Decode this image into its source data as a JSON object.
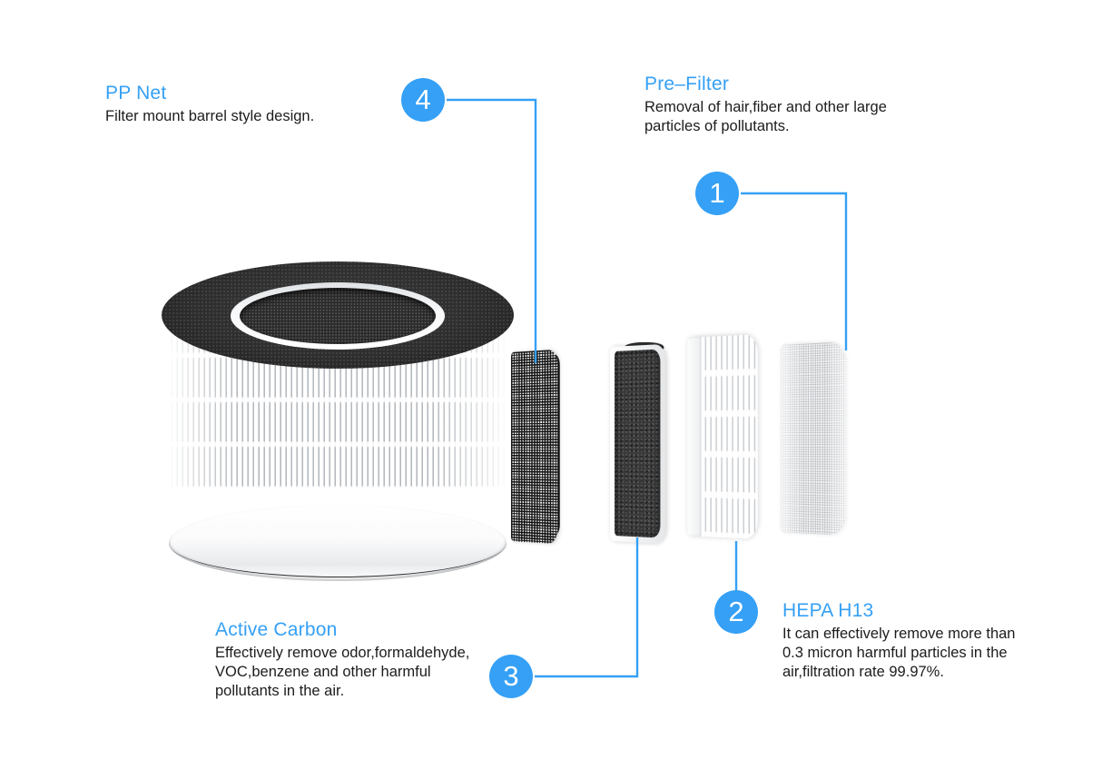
{
  "page": {
    "background_color": "#ffffff",
    "accent_color": "#35a0f5",
    "body_text_color": "#1c1c1c"
  },
  "callouts": [
    {
      "id": "pp-net",
      "badge": "4",
      "title": "PP Net",
      "description_lines": [
        "Filter mount barrel style design."
      ]
    },
    {
      "id": "pre-filter",
      "badge": "1",
      "title": "Pre–Filter",
      "description_lines": [
        "Removal of hair,fiber and other large",
        "particles of pollutants."
      ]
    },
    {
      "id": "active-carbon",
      "badge": "3",
      "title": "Active Carbon",
      "description_lines": [
        "Effectively remove odor,formaldehyde,",
        "VOC,benzene and other harmful",
        "pollutants in the air."
      ]
    },
    {
      "id": "hepa-h13",
      "badge": "2",
      "title": "HEPA H13",
      "description_lines": [
        "It can effectively remove more than",
        "0.3 micron harmful particles in the",
        "air,filtration rate 99.97%."
      ]
    }
  ],
  "product": {
    "name": "air-purifier-filter-cartridge",
    "layers": [
      {
        "number": "1",
        "name": "pre-filter-mesh-layer"
      },
      {
        "number": "2",
        "name": "hepa-pleated-layer"
      },
      {
        "number": "3",
        "name": "active-carbon-layer"
      },
      {
        "number": "4",
        "name": "pp-net-mesh-layer"
      }
    ]
  }
}
